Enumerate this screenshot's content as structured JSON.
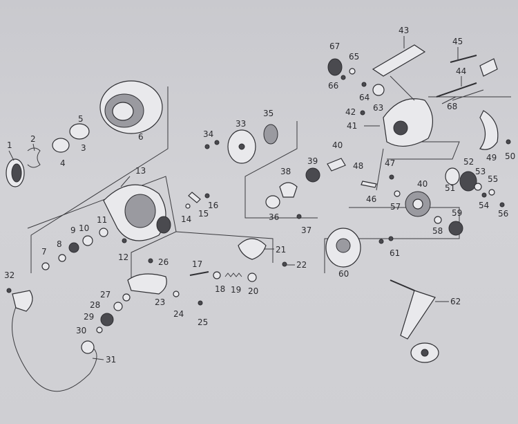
{
  "diagram": {
    "labels": [
      "1",
      "2",
      "3",
      "4",
      "5",
      "6",
      "7",
      "8",
      "9",
      "10",
      "11",
      "12",
      "13",
      "14",
      "15",
      "16",
      "17",
      "18",
      "19",
      "20",
      "21",
      "22",
      "23",
      "24",
      "25",
      "26",
      "27",
      "28",
      "29",
      "30",
      "31",
      "32",
      "33",
      "34",
      "35",
      "36",
      "37",
      "38",
      "39",
      "40",
      "40",
      "41",
      "42",
      "43",
      "44",
      "45",
      "46",
      "47",
      "48",
      "49",
      "50",
      "51",
      "52",
      "53",
      "54",
      "55",
      "56",
      "57",
      "58",
      "59",
      "60",
      "61",
      "62",
      "63",
      "64",
      "65",
      "66",
      "67",
      "68"
    ]
  }
}
